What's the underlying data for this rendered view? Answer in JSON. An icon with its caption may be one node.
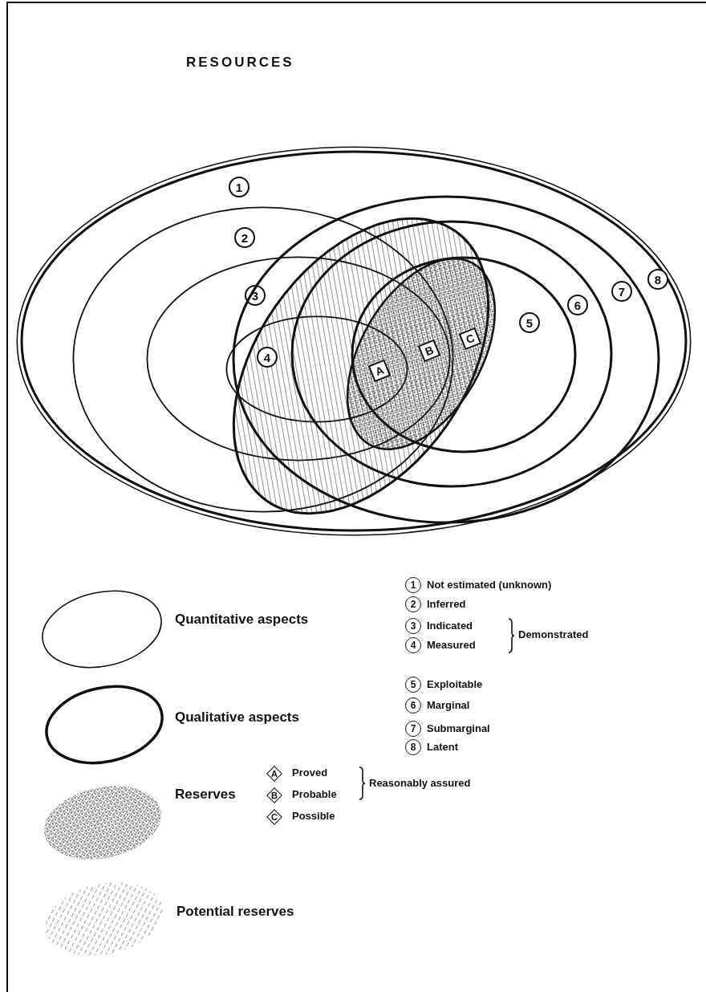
{
  "diagram": {
    "title": "RESOURCES",
    "nodes": [
      {
        "text": [
          "1",
          "8"
        ]
      },
      {
        "text": [
          "2"
        ],
        "in": 0
      },
      {
        "text": [
          "3"
        ],
        "in": 1
      },
      {
        "text": [
          "4"
        ]
      },
      {
        "text": [
          "7"
        ],
        "in": 0
      },
      {
        "text": [
          "6"
        ],
        "in": 4
      },
      {
        "text": [
          "5"
        ],
        "in": 5
      },
      {
        "text": [],
        "shape": "ellipse",
        "in": 4
      },
      {
        "text": [],
        "shape": "ellipse"
      },
      {
        "text": [
          "A"
        ]
      },
      {
        "text": [
          "B"
        ]
      },
      {
        "text": [
          "C"
        ],
        "in": 8
      }
    ],
    "labels": [
      "1",
      "Not estimated (unknown)",
      "2",
      "Inferred",
      "3",
      "Indicated",
      "4",
      "Measured",
      "Demonstrated",
      "5",
      "Exploitable",
      "6",
      "Marginal",
      "7",
      "Submarginal",
      "8",
      "Latent",
      "A",
      "Proved",
      "B",
      "Probable",
      "Reasonably assured",
      "C",
      "Possible"
    ],
    "legend": [
      {
        "text": "Quantitative aspects"
      },
      {
        "text": "Qualitative aspects"
      },
      {
        "text": "Reserves"
      },
      {
        "text": "Potential reserves"
      }
    ]
  }
}
